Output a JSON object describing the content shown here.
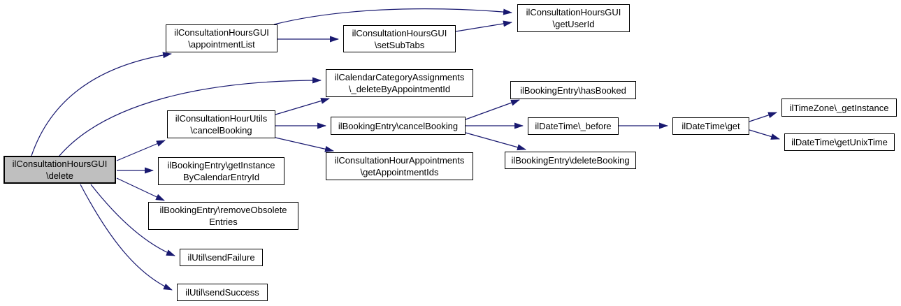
{
  "colors": {
    "edge": "#191970",
    "node_border": "#000000",
    "node_fill": "#ffffff",
    "highlight_fill": "#bfbfbf",
    "text": "#000000",
    "background": "#ffffff"
  },
  "graph": {
    "type": "call-graph",
    "nodes": [
      {
        "id": "delete",
        "highlighted": true,
        "lines": [
          "ilConsultationHoursGUI",
          "\\delete"
        ]
      },
      {
        "id": "appointment-list",
        "lines": [
          "ilConsultationHoursGUI",
          "\\appointmentList"
        ]
      },
      {
        "id": "set-sub-tabs",
        "lines": [
          "ilConsultationHoursGUI",
          "\\setSubTabs"
        ]
      },
      {
        "id": "get-user-id",
        "lines": [
          "ilConsultationHoursGUI",
          "\\getUserId"
        ]
      },
      {
        "id": "delete-by-appointment-id",
        "lines": [
          "ilCalendarCategoryAssignments",
          "\\_deleteByAppointmentId"
        ]
      },
      {
        "id": "booking-entry-cancel-booking",
        "lines": [
          "ilBookingEntry\\cancelBooking"
        ]
      },
      {
        "id": "get-appointment-ids",
        "lines": [
          "ilConsultationHourAppointments",
          "\\getAppointmentIds"
        ]
      },
      {
        "id": "hour-utils-cancel-booking",
        "lines": [
          "ilConsultationHourUtils",
          "\\cancelBooking"
        ]
      },
      {
        "id": "get-instance-by-calendar-entry-id",
        "lines": [
          "ilBookingEntry\\getInstance",
          "ByCalendarEntryId"
        ]
      },
      {
        "id": "remove-obsolete-entries",
        "lines": [
          "ilBookingEntry\\removeObsolete",
          "Entries"
        ]
      },
      {
        "id": "send-failure",
        "lines": [
          "ilUtil\\sendFailure"
        ]
      },
      {
        "id": "send-success",
        "lines": [
          "ilUtil\\sendSuccess"
        ]
      },
      {
        "id": "has-booked",
        "lines": [
          "ilBookingEntry\\hasBooked"
        ]
      },
      {
        "id": "date-time-before",
        "lines": [
          "ilDateTime\\_before"
        ]
      },
      {
        "id": "delete-booking",
        "lines": [
          "ilBookingEntry\\deleteBooking"
        ]
      },
      {
        "id": "date-time-get",
        "lines": [
          "ilDateTime\\get"
        ]
      },
      {
        "id": "time-zone-get-instance",
        "lines": [
          "ilTimeZone\\_getInstance"
        ]
      },
      {
        "id": "get-unix-time",
        "lines": [
          "ilDateTime\\getUnixTime"
        ]
      }
    ],
    "edges": [
      {
        "from": "delete",
        "to": "appointment-list"
      },
      {
        "from": "delete",
        "to": "delete-by-appointment-id"
      },
      {
        "from": "delete",
        "to": "hour-utils-cancel-booking"
      },
      {
        "from": "delete",
        "to": "get-instance-by-calendar-entry-id"
      },
      {
        "from": "delete",
        "to": "remove-obsolete-entries"
      },
      {
        "from": "delete",
        "to": "send-failure"
      },
      {
        "from": "delete",
        "to": "send-success"
      },
      {
        "from": "appointment-list",
        "to": "set-sub-tabs"
      },
      {
        "from": "appointment-list",
        "to": "get-user-id"
      },
      {
        "from": "set-sub-tabs",
        "to": "get-user-id"
      },
      {
        "from": "hour-utils-cancel-booking",
        "to": "delete-by-appointment-id"
      },
      {
        "from": "hour-utils-cancel-booking",
        "to": "booking-entry-cancel-booking"
      },
      {
        "from": "hour-utils-cancel-booking",
        "to": "get-appointment-ids"
      },
      {
        "from": "booking-entry-cancel-booking",
        "to": "has-booked"
      },
      {
        "from": "booking-entry-cancel-booking",
        "to": "date-time-before"
      },
      {
        "from": "booking-entry-cancel-booking",
        "to": "delete-booking"
      },
      {
        "from": "date-time-before",
        "to": "date-time-get"
      },
      {
        "from": "date-time-get",
        "to": "time-zone-get-instance"
      },
      {
        "from": "date-time-get",
        "to": "get-unix-time"
      }
    ]
  }
}
